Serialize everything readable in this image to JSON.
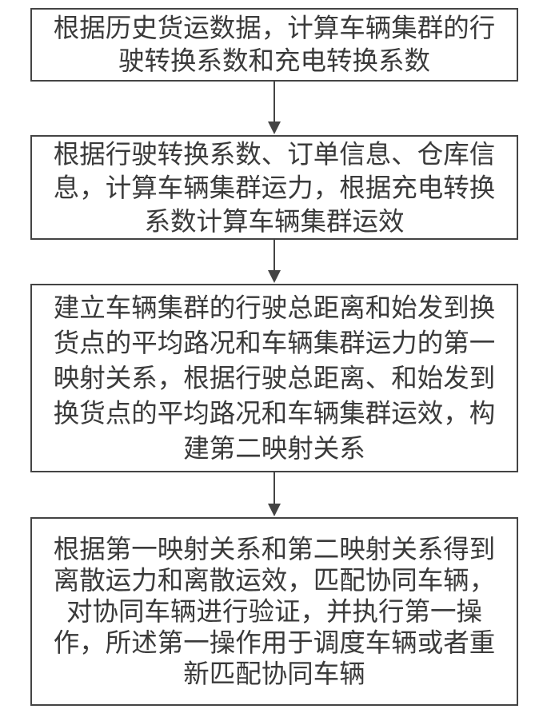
{
  "steps": [
    {
      "text": "根据历史货运数据，计算车辆集群的行驶转换系数和充电转换系数"
    },
    {
      "text": "根据行驶转换系数、订单信息、仓库信息，计算车辆集群运力，根据充电转换系数计算车辆集群运效"
    },
    {
      "text": "建立车辆集群的行驶总距离和始发到换货点的平均路况和车辆集群运力的第一映射关系，根据行驶总距离、和始发到换货点的平均路况和车辆集群运效，构建第二映射关系"
    },
    {
      "text": "根据第一映射关系和第二映射关系得到离散运力和离散运效，匹配协同车辆，对协同车辆进行验证，并执行第一操作，所述第一操作用于调度车辆或者重新匹配协同车辆"
    }
  ],
  "colors": {
    "border": "#444444",
    "text": "#3a3a3a",
    "arrow": "#444444"
  }
}
